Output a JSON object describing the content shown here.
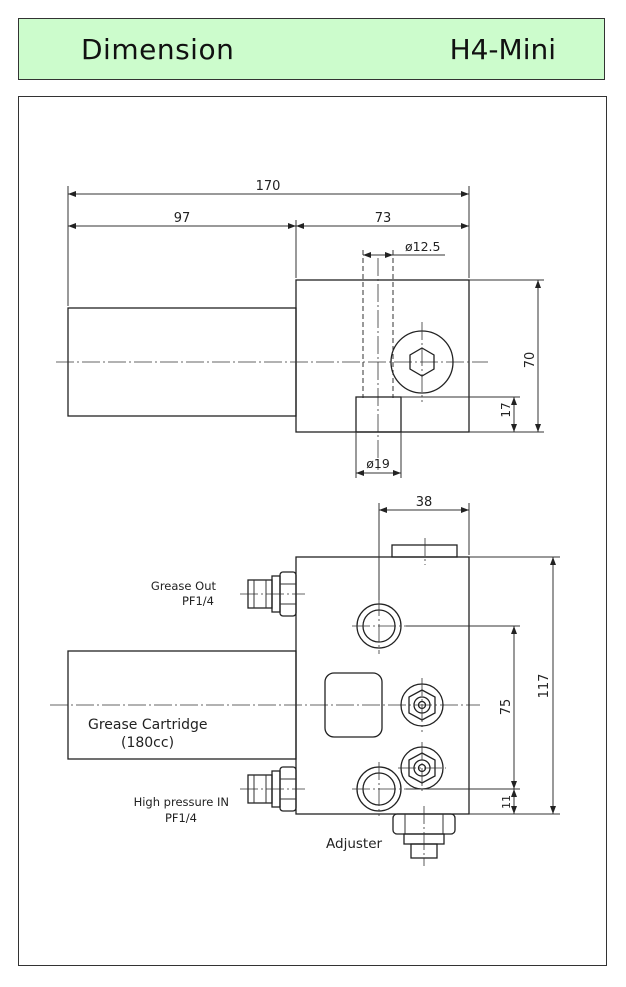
{
  "header": {
    "title": "Dimension",
    "model": "H4-Mini"
  },
  "top_view": {
    "dims": {
      "overall_length": "170",
      "cartridge_length": "97",
      "body_length": "73",
      "bore_small": "ø12.5",
      "height": "70",
      "bottom_offset": "17",
      "bore_large": "ø19"
    }
  },
  "front_view": {
    "dims": {
      "width": "38",
      "height": "117",
      "center_distance": "75",
      "bottom_offset": "11"
    },
    "labels": {
      "grease_out": "Grease Out",
      "grease_out_thread": "PF1/4",
      "cartridge": "Grease Cartridge",
      "cartridge_volume": "(180cc)",
      "high_pressure_in": "High pressure IN",
      "high_pressure_thread": "PF1/4",
      "adjuster": "Adjuster"
    }
  }
}
